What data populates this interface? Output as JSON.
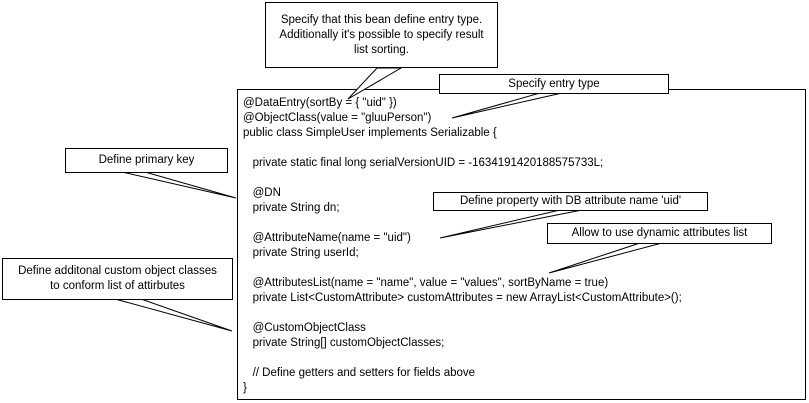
{
  "diagram": {
    "colors": {
      "background": "#ffffff",
      "border": "#000000",
      "text": "#000000"
    },
    "callouts": {
      "entry_type_note": "Specify that this bean define entry type.\nAdditionally it's possible to specify result\nlist sorting.",
      "entry_type": "Specify entry type",
      "primary_key": "Define primary key",
      "db_attribute": "Define property with DB attribute name 'uid'",
      "dynamic_attributes": "Allow to use dynamic attributes list",
      "custom_object_classes": "Define additonal custom object classes\nto conform list of attirbutes"
    },
    "code": {
      "lines": [
        "@DataEntry(sortBy = { \"uid\" })",
        "@ObjectClass(value = \"gluuPerson\")",
        "public class SimpleUser implements Serializable {",
        "",
        "   private static final long serialVersionUID = -1634191420188575733L;",
        "",
        "   @DN",
        "   private String dn;",
        "",
        "   @AttributeName(name = \"uid\")",
        "   private String userId;",
        "",
        "   @AttributesList(name = \"name\", value = \"values\", sortByName = true)",
        "   private List<CustomAttribute> customAttributes = new ArrayList<CustomAttribute>();",
        "",
        "   @CustomObjectClass",
        "   private String[] customObjectClasses;",
        "",
        "   // Define getters and setters for fields above",
        "}"
      ]
    }
  }
}
